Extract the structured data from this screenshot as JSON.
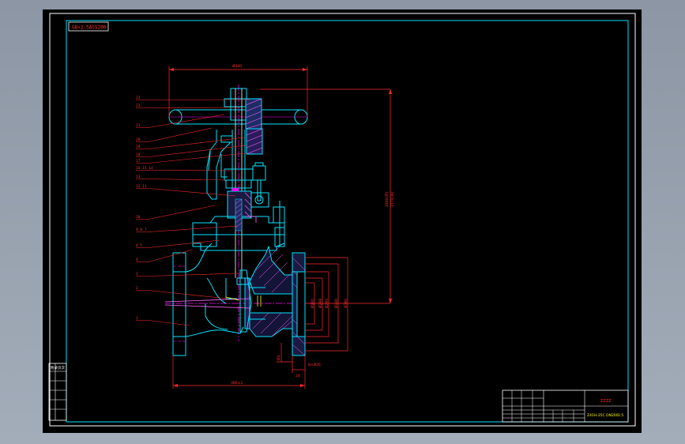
{
  "viewport": {
    "background": "#000000",
    "frame_color": "#ffffff",
    "border_color": "#00e0ff"
  },
  "colors": {
    "outline": "#00e5ff",
    "leader": "#ff2a2a",
    "centerline": "#ff00ff",
    "section": "#ff66ff",
    "hatch": "#00c8ff",
    "yellow": "#ffff00",
    "green": "#00ff00",
    "white": "#ffffff"
  },
  "header": {
    "code_label": "GB×2.5ASS200"
  },
  "dimensions": {
    "top_width": "Ø300",
    "height_open": "1840(开)",
    "height_closed": "1570(关)",
    "face_to_face": "380±2",
    "flange_thk": "24",
    "raised_face": "Ø2",
    "bolt_holes": "8×Ø26",
    "d1": "Ø200",
    "d2": "Ø268",
    "d3": "Ø295",
    "d4": "Ø340",
    "d5": "Ø360"
  },
  "part_numbers": [
    "23",
    "22",
    "21",
    "20",
    "19",
    "18",
    "17",
    "16 15 14",
    "13",
    "12 11",
    "10",
    "9 8 7",
    "6 5",
    "4",
    "3",
    "2",
    "1"
  ],
  "side_table": {
    "header": "附录页次"
  },
  "title_block": {
    "title": "ZZZZ",
    "drawing_no": "Z41H-25C DN200",
    "scale": "1:5"
  }
}
